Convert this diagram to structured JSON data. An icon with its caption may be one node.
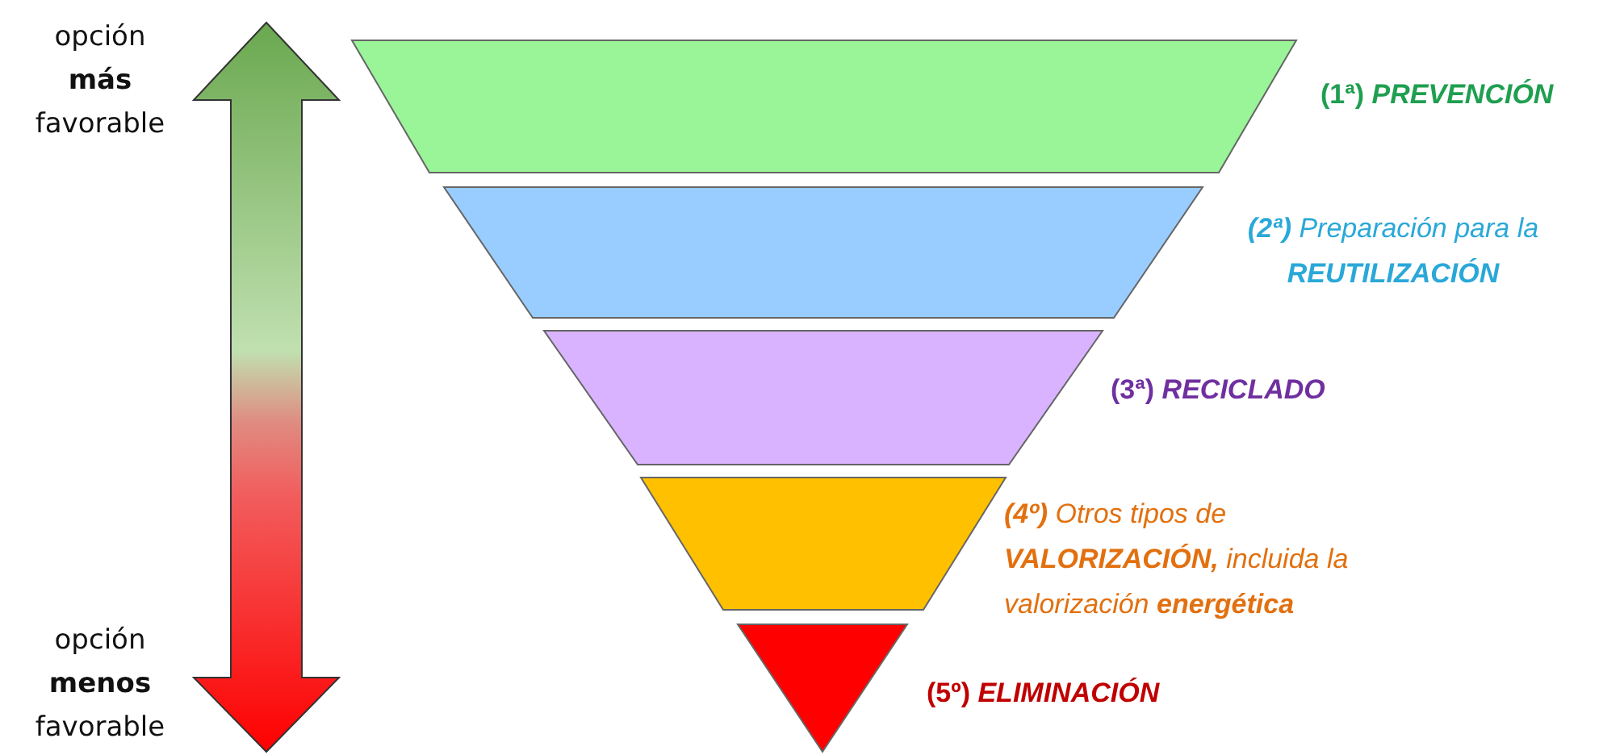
{
  "diagram": {
    "nodes": [
      {
        "text": [],
        "shape": "trapezoid",
        "beside": [
          "(1ª) *PREVENCIÓN*"
        ]
      },
      {
        "text": [],
        "shape": "trapezoid",
        "beside": [
          "**(2ª)** Preparación para la **REUTILIZACIÓN**"
        ]
      },
      {
        "text": [],
        "shape": "trapezoid",
        "beside": [
          "(3ª) *RECICLADO*"
        ]
      },
      {
        "text": [],
        "shape": "trapezoid",
        "beside": [
          "**(4º)** Otros tipos de **VALORIZACIÓN,** incluida la valorización **energética**"
        ]
      },
      {
        "text": [],
        "shape": "triangle",
        "beside": [
          "(5º) *ELIMINACIÓN*"
        ]
      }
    ],
    "labels": [
      "opción **más** favorable",
      "opción **menos** favorable"
    ]
  }
}
